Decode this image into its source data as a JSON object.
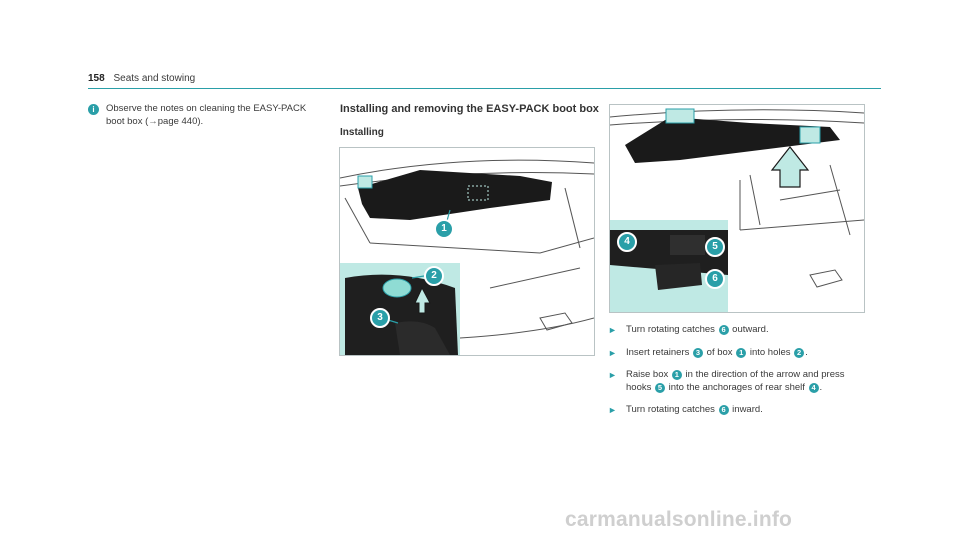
{
  "header": {
    "page_number": "158",
    "section": "Seats and stowing"
  },
  "note": {
    "icon": "info-icon",
    "text_a": "Observe the notes on cleaning the EASY-PACK boot box (",
    "arrow": "→",
    "text_b": "page 440)."
  },
  "section": {
    "title": "Installing and removing the EASY-PACK boot box",
    "subtitle": "Installing"
  },
  "figure1": {
    "callouts": [
      "1",
      "2",
      "3"
    ]
  },
  "figure2": {
    "callouts": [
      "4",
      "5",
      "6"
    ]
  },
  "steps": [
    {
      "p1": "Turn rotating catches",
      "n1": "6",
      "p2": "outward.",
      "n2": "",
      "p3": ""
    },
    {
      "p1": "Insert retainers",
      "n1": "3",
      "p2": "of box",
      "n2": "1",
      "p3": "into holes",
      "n3": "2",
      "p4": "."
    },
    {
      "p1": "Raise box",
      "n1": "1",
      "p2": "in the direction of the arrow and press hooks",
      "n2": "5",
      "p3": "into the anchorages of rear shelf",
      "n3": "4",
      "p4": "."
    },
    {
      "p1": "Turn rotating catches",
      "n1": "6",
      "p2": "inward.",
      "n2": "",
      "p3": ""
    }
  ],
  "watermark": "carmanualsonline.info",
  "colors": {
    "accent": "#2a9fa8",
    "highlight": "#bfe9e4"
  }
}
